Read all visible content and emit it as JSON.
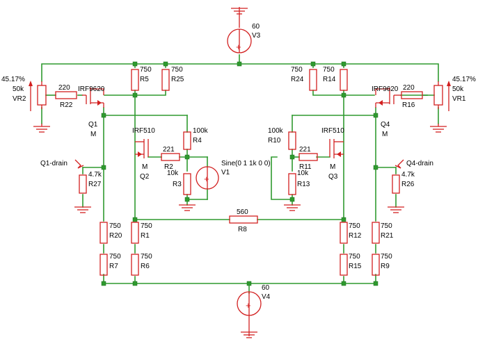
{
  "labels": {
    "v3_val": "60",
    "v3_name": "V3",
    "v4_val": "60",
    "v4_name": "V4",
    "v1_val": "Sine(0 1  1k 0 0)",
    "v1_name": "V1",
    "vr2_pct": "45.17%",
    "vr2_val": "50k",
    "vr2_name": "VR2",
    "vr1_pct": "45.17%",
    "vr1_val": "50k",
    "vr1_name": "VR1",
    "r22_val": "220",
    "r22_name": "R22",
    "r16_val": "220",
    "r16_name": "R16",
    "r5_val": "750",
    "r5_name": "R5",
    "r25_val": "750",
    "r25_name": "R25",
    "r24_val": "750",
    "r24_name": "R24",
    "r14_val": "750",
    "r14_name": "R14",
    "q1_model": "IRF9620",
    "q1_name": "Q1",
    "q1_m": "M",
    "q4_model": "IRF9620",
    "q4_name": "Q4",
    "q4_m": "M",
    "q2_model": "IRF510",
    "q2_name": "Q2",
    "q2_m": "M",
    "q3_model": "IRF510",
    "q3_name": "Q3",
    "q3_m": "M",
    "r4_val": "100k",
    "r4_name": "R4",
    "r10_val": "100k",
    "r10_name": "R10",
    "r2_val": "221",
    "r2_name": "R2",
    "r11_val": "221",
    "r11_name": "R11",
    "r3_val": "10k",
    "r3_name": "R3",
    "r13_val": "10k",
    "r13_name": "R13",
    "q1_drain": "Q1-drain",
    "q4_drain": "Q4-drain",
    "r27_val": "4.7k",
    "r27_name": "R27",
    "r26_val": "4.7k",
    "r26_name": "R26",
    "r8_val": "560",
    "r8_name": "R8",
    "r20_val": "750",
    "r20_name": "R20",
    "r7_val": "750",
    "r7_name": "R7",
    "r1_val": "750",
    "r1_name": "R1",
    "r6_val": "750",
    "r6_name": "R6",
    "r12_val": "750",
    "r12_name": "R12",
    "r15_val": "750",
    "r15_name": "R15",
    "r21_val": "750",
    "r21_name": "R21",
    "r9_val": "750",
    "r9_name": "R9"
  },
  "colors": {
    "wire": "#2f9a2f",
    "component": "#d21f1f",
    "text": "#000000",
    "background": "#ffffff"
  }
}
